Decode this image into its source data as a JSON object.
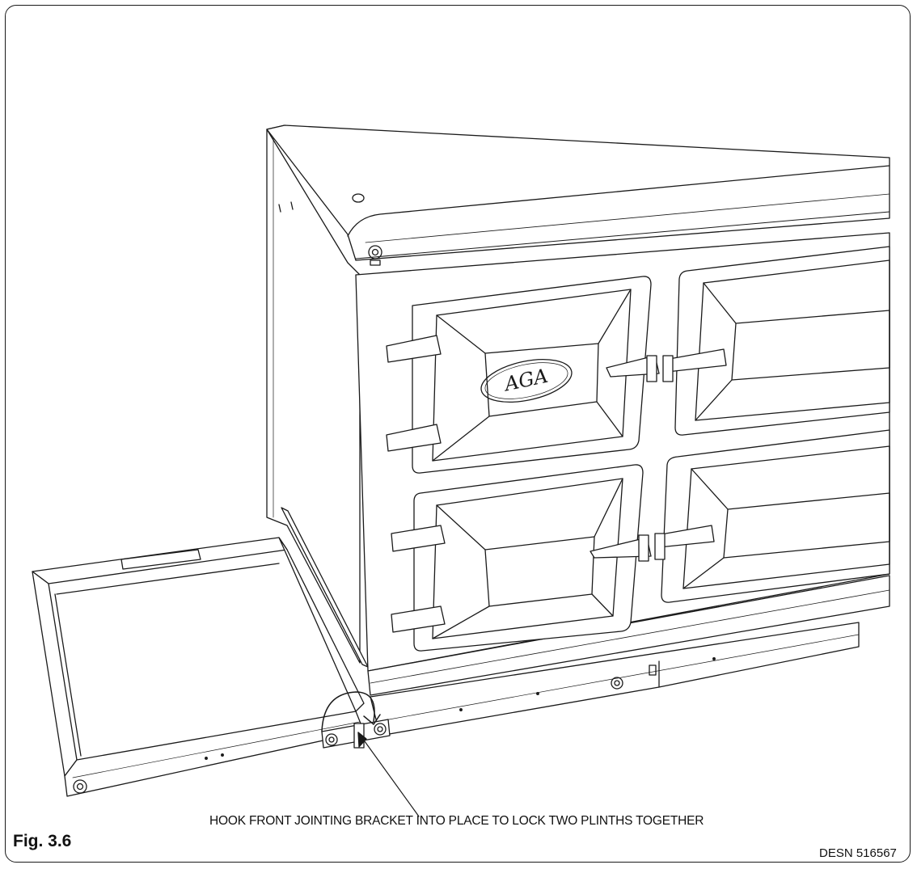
{
  "figure": {
    "label": "Fig. 3.6",
    "caption": "HOOK FRONT JOINTING BRACKET INTO PLACE TO LOCK TWO PLINTHS TOGETHER",
    "reference": "DESN 516567",
    "logo_text": "AGA",
    "icons": [
      "cooker-illustration",
      "plinth-frame",
      "jointing-bracket",
      "rotation-arrow",
      "leader-line",
      "aga-logo"
    ]
  }
}
